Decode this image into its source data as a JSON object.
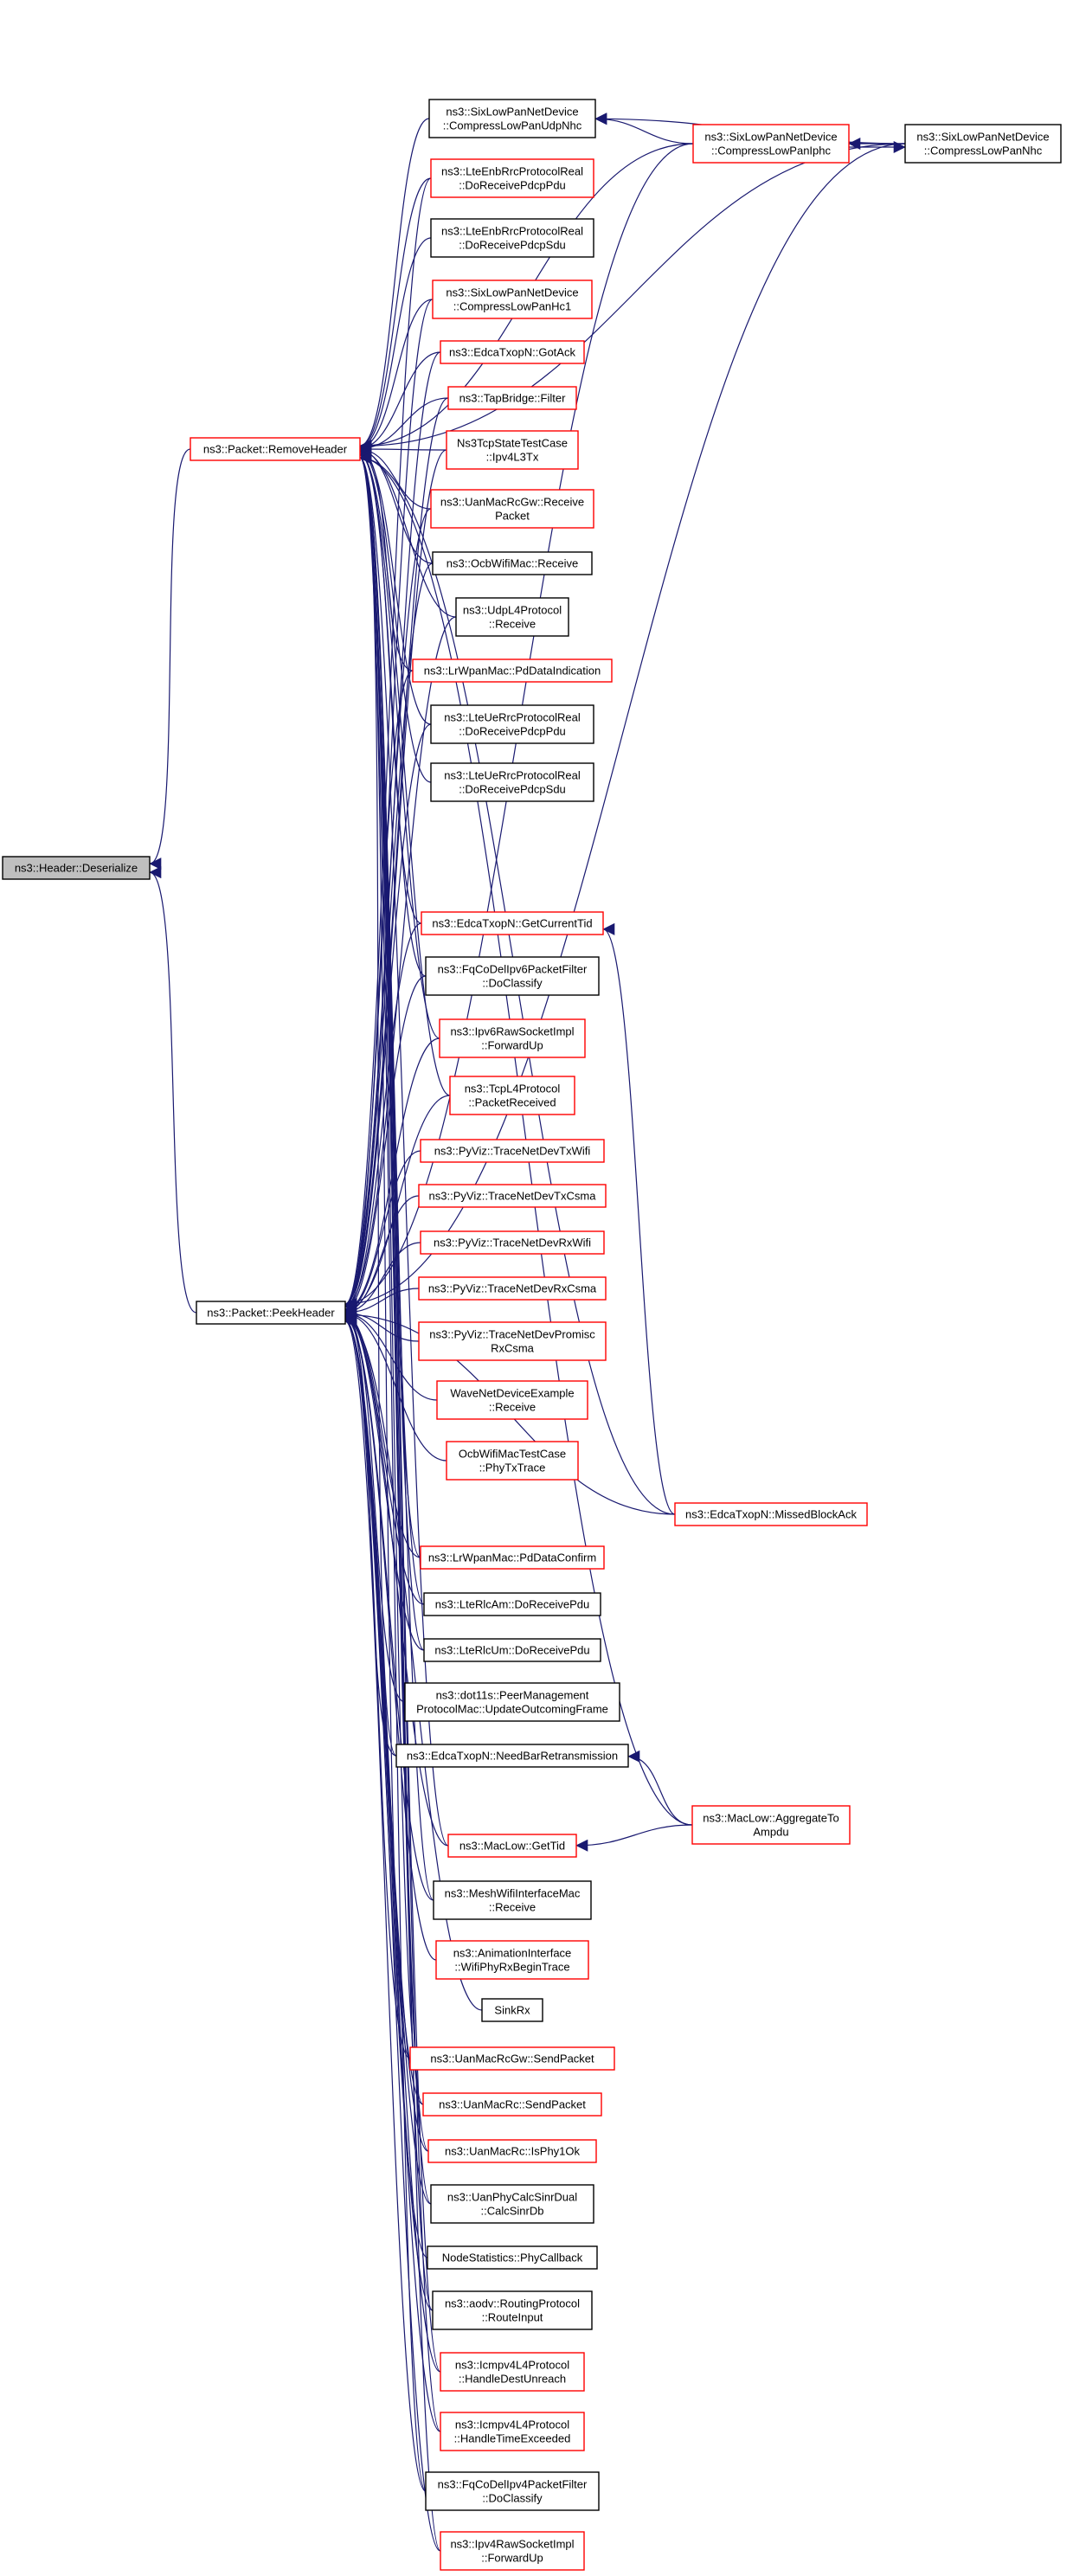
{
  "graph": {
    "colors": {
      "edge": "#191970",
      "undocumented_border": "#ff0000",
      "documented_border": "#000000",
      "root_fill": "#bfbfbf"
    },
    "nodes": [
      {
        "id": "deserialize",
        "lines": [
          "ns3::Header::Deserialize"
        ],
        "style": "root"
      },
      {
        "id": "removeheader",
        "lines": [
          "ns3::Packet::RemoveHeader"
        ],
        "style": "red"
      },
      {
        "id": "peekheader",
        "lines": [
          "ns3::Packet::PeekHeader"
        ],
        "style": "black"
      },
      {
        "id": "compressudpnhc",
        "lines": [
          "ns3::SixLowPanNetDevice",
          "::CompressLowPanUdpNhc"
        ],
        "style": "black"
      },
      {
        "id": "compressiphc",
        "lines": [
          "ns3::SixLowPanNetDevice",
          "::CompressLowPanIphc"
        ],
        "style": "red"
      },
      {
        "id": "compressnhc",
        "lines": [
          "ns3::SixLowPanNetDevice",
          "::CompressLowPanNhc"
        ],
        "style": "black"
      },
      {
        "id": "lteenbpdu",
        "lines": [
          "ns3::LteEnbRrcProtocolReal",
          "::DoReceivePdcpPdu"
        ],
        "style": "red"
      },
      {
        "id": "lteenbsdu",
        "lines": [
          "ns3::LteEnbRrcProtocolReal",
          "::DoReceivePdcpSdu"
        ],
        "style": "black"
      },
      {
        "id": "compresshc1",
        "lines": [
          "ns3::SixLowPanNetDevice",
          "::CompressLowPanHc1"
        ],
        "style": "red"
      },
      {
        "id": "gotack",
        "lines": [
          "ns3::EdcaTxopN::GotAck"
        ],
        "style": "red"
      },
      {
        "id": "tapfilter",
        "lines": [
          "ns3::TapBridge::Filter"
        ],
        "style": "red"
      },
      {
        "id": "ns3tcpstate",
        "lines": [
          "Ns3TcpStateTestCase",
          "::Ipv4L3Tx"
        ],
        "style": "red"
      },
      {
        "id": "uanrcgwreceive",
        "lines": [
          "ns3::UanMacRcGw::Receive",
          "Packet"
        ],
        "style": "red"
      },
      {
        "id": "ocbreceive",
        "lines": [
          "ns3::OcbWifiMac::Receive"
        ],
        "style": "black"
      },
      {
        "id": "udpl4receive",
        "lines": [
          "ns3::UdpL4Protocol",
          "::Receive"
        ],
        "style": "black"
      },
      {
        "id": "lrwpanpd",
        "lines": [
          "ns3::LrWpanMac::PdDataIndication"
        ],
        "style": "red"
      },
      {
        "id": "lteuepdu",
        "lines": [
          "ns3::LteUeRrcProtocolReal",
          "::DoReceivePdcpPdu"
        ],
        "style": "black"
      },
      {
        "id": "lteuesdu",
        "lines": [
          "ns3::LteUeRrcProtocolReal",
          "::DoReceivePdcpSdu"
        ],
        "style": "black"
      },
      {
        "id": "getcurrenttid",
        "lines": [
          "ns3::EdcaTxopN::GetCurrentTid"
        ],
        "style": "red"
      },
      {
        "id": "fqcodelv6",
        "lines": [
          "ns3::FqCoDelIpv6PacketFilter",
          "::DoClassify"
        ],
        "style": "black"
      },
      {
        "id": "ipv6raw",
        "lines": [
          "ns3::Ipv6RawSocketImpl",
          "::ForwardUp"
        ],
        "style": "red"
      },
      {
        "id": "tcpl4",
        "lines": [
          "ns3::TcpL4Protocol",
          "::PacketReceived"
        ],
        "style": "red"
      },
      {
        "id": "pyviztxwifi",
        "lines": [
          "ns3::PyViz::TraceNetDevTxWifi"
        ],
        "style": "red"
      },
      {
        "id": "pyviztxcsma",
        "lines": [
          "ns3::PyViz::TraceNetDevTxCsma"
        ],
        "style": "red"
      },
      {
        "id": "pyvizrxwifi",
        "lines": [
          "ns3::PyViz::TraceNetDevRxWifi"
        ],
        "style": "red"
      },
      {
        "id": "pyvizrxcsma",
        "lines": [
          "ns3::PyViz::TraceNetDevRxCsma"
        ],
        "style": "red"
      },
      {
        "id": "pyvizpromisc",
        "lines": [
          "ns3::PyViz::TraceNetDevPromisc",
          "RxCsma"
        ],
        "style": "red"
      },
      {
        "id": "wavereceive",
        "lines": [
          "WaveNetDeviceExample",
          "::Receive"
        ],
        "style": "red"
      },
      {
        "id": "ocbtest",
        "lines": [
          "OcbWifiMacTestCase",
          "::PhyTxTrace"
        ],
        "style": "red"
      },
      {
        "id": "missedblockack",
        "lines": [
          "ns3::EdcaTxopN::MissedBlockAck"
        ],
        "style": "red"
      },
      {
        "id": "lrwpanconfirm",
        "lines": [
          "ns3::LrWpanMac::PdDataConfirm"
        ],
        "style": "red"
      },
      {
        "id": "ltermam",
        "lines": [
          "ns3::LteRlcAm::DoReceivePdu"
        ],
        "style": "black"
      },
      {
        "id": "ltermum",
        "lines": [
          "ns3::LteRlcUm::DoReceivePdu"
        ],
        "style": "black"
      },
      {
        "id": "dot11s",
        "lines": [
          "ns3::dot11s::PeerManagement",
          "ProtocolMac::UpdateOutcomingFrame"
        ],
        "style": "black"
      },
      {
        "id": "needbar",
        "lines": [
          "ns3::EdcaTxopN::NeedBarRetransmission"
        ],
        "style": "black"
      },
      {
        "id": "aggregateto",
        "lines": [
          "ns3::MacLow::AggregateTo",
          "Ampdu"
        ],
        "style": "red"
      },
      {
        "id": "gettid",
        "lines": [
          "ns3::MacLow::GetTid"
        ],
        "style": "red"
      },
      {
        "id": "meshwifi",
        "lines": [
          "ns3::MeshWifiInterfaceMac",
          "::Receive"
        ],
        "style": "black"
      },
      {
        "id": "animation",
        "lines": [
          "ns3::AnimationInterface",
          "::WifiPhyRxBeginTrace"
        ],
        "style": "red"
      },
      {
        "id": "sinkrx",
        "lines": [
          "SinkRx"
        ],
        "style": "black"
      },
      {
        "id": "uangwsend",
        "lines": [
          "ns3::UanMacRcGw::SendPacket"
        ],
        "style": "red"
      },
      {
        "id": "uanrcsend",
        "lines": [
          "ns3::UanMacRc::SendPacket"
        ],
        "style": "red"
      },
      {
        "id": "uanphy1ok",
        "lines": [
          "ns3::UanMacRc::IsPhy1Ok"
        ],
        "style": "red"
      },
      {
        "id": "uanphycalc",
        "lines": [
          "ns3::UanPhyCalcSinrDual",
          "::CalcSinrDb"
        ],
        "style": "black"
      },
      {
        "id": "nodestats",
        "lines": [
          "NodeStatistics::PhyCallback"
        ],
        "style": "black"
      },
      {
        "id": "aodvroute",
        "lines": [
          "ns3::aodv::RoutingProtocol",
          "::RouteInput"
        ],
        "style": "black"
      },
      {
        "id": "icmpunreach",
        "lines": [
          "ns3::Icmpv4L4Protocol",
          "::HandleDestUnreach"
        ],
        "style": "red"
      },
      {
        "id": "icmptime",
        "lines": [
          "ns3::Icmpv4L4Protocol",
          "::HandleTimeExceeded"
        ],
        "style": "red"
      },
      {
        "id": "fqcodelv4",
        "lines": [
          "ns3::FqCoDelIpv4PacketFilter",
          "::DoClassify"
        ],
        "style": "black"
      },
      {
        "id": "ipv4raw",
        "lines": [
          "ns3::Ipv4RawSocketImpl",
          "::ForwardUp"
        ],
        "style": "red"
      }
    ],
    "edges": [
      {
        "from": "removeheader",
        "to": "deserialize"
      },
      {
        "from": "peekheader",
        "to": "deserialize"
      },
      {
        "from": "compressudpnhc",
        "to": "removeheader"
      },
      {
        "from": "compressiphc",
        "to": "removeheader"
      },
      {
        "from": "compressnhc",
        "to": "removeheader"
      },
      {
        "from": "lteenbpdu",
        "to": "removeheader"
      },
      {
        "from": "lteenbsdu",
        "to": "removeheader"
      },
      {
        "from": "compresshc1",
        "to": "removeheader"
      },
      {
        "from": "gotack",
        "to": "removeheader"
      },
      {
        "from": "tapfilter",
        "to": "removeheader"
      },
      {
        "from": "ns3tcpstate",
        "to": "removeheader"
      },
      {
        "from": "uanrcgwreceive",
        "to": "removeheader"
      },
      {
        "from": "ocbreceive",
        "to": "removeheader"
      },
      {
        "from": "udpl4receive",
        "to": "removeheader"
      },
      {
        "from": "lrwpanpd",
        "to": "removeheader"
      },
      {
        "from": "lteuepdu",
        "to": "removeheader"
      },
      {
        "from": "lteuesdu",
        "to": "removeheader"
      },
      {
        "from": "getcurrenttid",
        "to": "removeheader"
      },
      {
        "from": "fqcodelv6",
        "to": "removeheader"
      },
      {
        "from": "ipv6raw",
        "to": "removeheader"
      },
      {
        "from": "tcpl4",
        "to": "removeheader"
      },
      {
        "from": "missedblockack",
        "to": "removeheader"
      },
      {
        "from": "lrwpanconfirm",
        "to": "removeheader"
      },
      {
        "from": "ltermam",
        "to": "removeheader"
      },
      {
        "from": "ltermum",
        "to": "removeheader"
      },
      {
        "from": "needbar",
        "to": "removeheader"
      },
      {
        "from": "aggregateto",
        "to": "removeheader"
      },
      {
        "from": "gettid",
        "to": "removeheader"
      },
      {
        "from": "meshwifi",
        "to": "removeheader"
      },
      {
        "from": "uangwsend",
        "to": "removeheader"
      },
      {
        "from": "uanrcsend",
        "to": "removeheader"
      },
      {
        "from": "uanphy1ok",
        "to": "removeheader"
      },
      {
        "from": "uanphycalc",
        "to": "removeheader"
      },
      {
        "from": "aodvroute",
        "to": "removeheader"
      },
      {
        "from": "icmpunreach",
        "to": "removeheader"
      },
      {
        "from": "icmptime",
        "to": "removeheader"
      },
      {
        "from": "fqcodelv4",
        "to": "removeheader"
      },
      {
        "from": "ipv4raw",
        "to": "removeheader"
      },
      {
        "from": "compressiphc",
        "to": "compressudpnhc"
      },
      {
        "from": "compressnhc",
        "to": "compressudpnhc"
      },
      {
        "from": "compressnhc",
        "to": "compressiphc"
      },
      {
        "from": "compressiphc",
        "to": "compressnhc"
      },
      {
        "from": "compressiphc",
        "to": "peekheader"
      },
      {
        "from": "compressnhc",
        "to": "peekheader"
      },
      {
        "from": "lteenbpdu",
        "to": "peekheader"
      },
      {
        "from": "compresshc1",
        "to": "peekheader"
      },
      {
        "from": "gotack",
        "to": "peekheader"
      },
      {
        "from": "tapfilter",
        "to": "peekheader"
      },
      {
        "from": "ns3tcpstate",
        "to": "peekheader"
      },
      {
        "from": "uanrcgwreceive",
        "to": "peekheader"
      },
      {
        "from": "ocbreceive",
        "to": "peekheader"
      },
      {
        "from": "udpl4receive",
        "to": "peekheader"
      },
      {
        "from": "lrwpanpd",
        "to": "peekheader"
      },
      {
        "from": "lteuepdu",
        "to": "peekheader"
      },
      {
        "from": "getcurrenttid",
        "to": "peekheader"
      },
      {
        "from": "fqcodelv6",
        "to": "peekheader"
      },
      {
        "from": "ipv6raw",
        "to": "peekheader"
      },
      {
        "from": "tcpl4",
        "to": "peekheader"
      },
      {
        "from": "pyviztxwifi",
        "to": "peekheader"
      },
      {
        "from": "pyviztxcsma",
        "to": "peekheader"
      },
      {
        "from": "pyvizrxwifi",
        "to": "peekheader"
      },
      {
        "from": "pyvizrxcsma",
        "to": "peekheader"
      },
      {
        "from": "pyvizpromisc",
        "to": "peekheader"
      },
      {
        "from": "wavereceive",
        "to": "peekheader"
      },
      {
        "from": "ocbtest",
        "to": "peekheader"
      },
      {
        "from": "missedblockack",
        "to": "peekheader"
      },
      {
        "from": "lrwpanconfirm",
        "to": "peekheader"
      },
      {
        "from": "ltermam",
        "to": "peekheader"
      },
      {
        "from": "ltermum",
        "to": "peekheader"
      },
      {
        "from": "dot11s",
        "to": "peekheader"
      },
      {
        "from": "needbar",
        "to": "peekheader"
      },
      {
        "from": "gettid",
        "to": "peekheader"
      },
      {
        "from": "meshwifi",
        "to": "peekheader"
      },
      {
        "from": "animation",
        "to": "peekheader"
      },
      {
        "from": "sinkrx",
        "to": "peekheader"
      },
      {
        "from": "uangwsend",
        "to": "peekheader"
      },
      {
        "from": "uanrcsend",
        "to": "peekheader"
      },
      {
        "from": "uanphy1ok",
        "to": "peekheader"
      },
      {
        "from": "uanphycalc",
        "to": "peekheader"
      },
      {
        "from": "nodestats",
        "to": "peekheader"
      },
      {
        "from": "aodvroute",
        "to": "peekheader"
      },
      {
        "from": "icmpunreach",
        "to": "peekheader"
      },
      {
        "from": "icmptime",
        "to": "peekheader"
      },
      {
        "from": "fqcodelv4",
        "to": "peekheader"
      },
      {
        "from": "ipv4raw",
        "to": "peekheader"
      },
      {
        "from": "missedblockack",
        "to": "getcurrenttid"
      },
      {
        "from": "aggregateto",
        "to": "needbar"
      },
      {
        "from": "aggregateto",
        "to": "gettid"
      }
    ]
  }
}
